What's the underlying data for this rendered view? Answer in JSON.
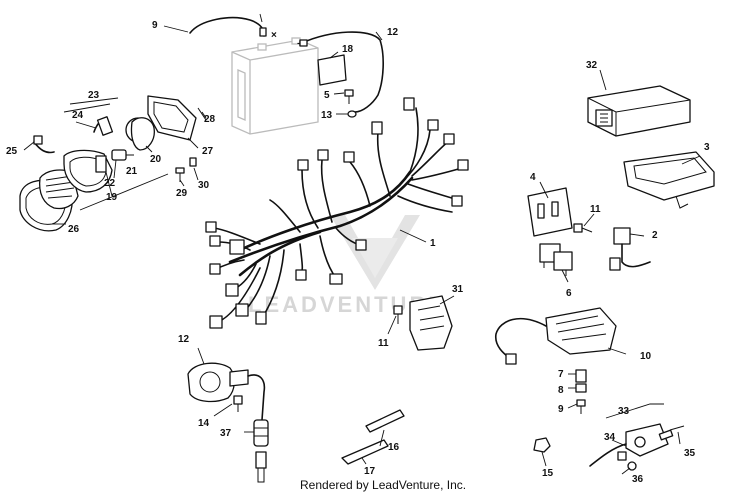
{
  "diagram": {
    "watermark": "LEADVENTURE",
    "credit": "Rendered by LeadVenture, Inc.",
    "callouts": {
      "c1": "1",
      "c2": "2",
      "c3": "3",
      "c4": "4",
      "c5": "5",
      "c6": "6",
      "c7": "7",
      "c8": "8",
      "c9a": "9",
      "c9b": "9",
      "c10": "10",
      "c11a": "11",
      "c11b": "11",
      "c12a": "12",
      "c12b": "12",
      "c13": "13",
      "c14": "14",
      "c15": "15",
      "c16": "16",
      "c17": "17",
      "c18": "18",
      "c19": "19",
      "c20": "20",
      "c21": "21",
      "c22": "22",
      "c23": "23",
      "c24": "24",
      "c25": "25",
      "c26": "26",
      "c27": "27",
      "c28": "28",
      "c29": "29",
      "c30": "30",
      "c31": "31",
      "c32": "32",
      "c33": "33",
      "c34": "34",
      "c35": "35",
      "c36": "36",
      "c37": "37"
    },
    "battery_terminal_mark": "+",
    "battery_terminal_mark_neg": "×"
  }
}
